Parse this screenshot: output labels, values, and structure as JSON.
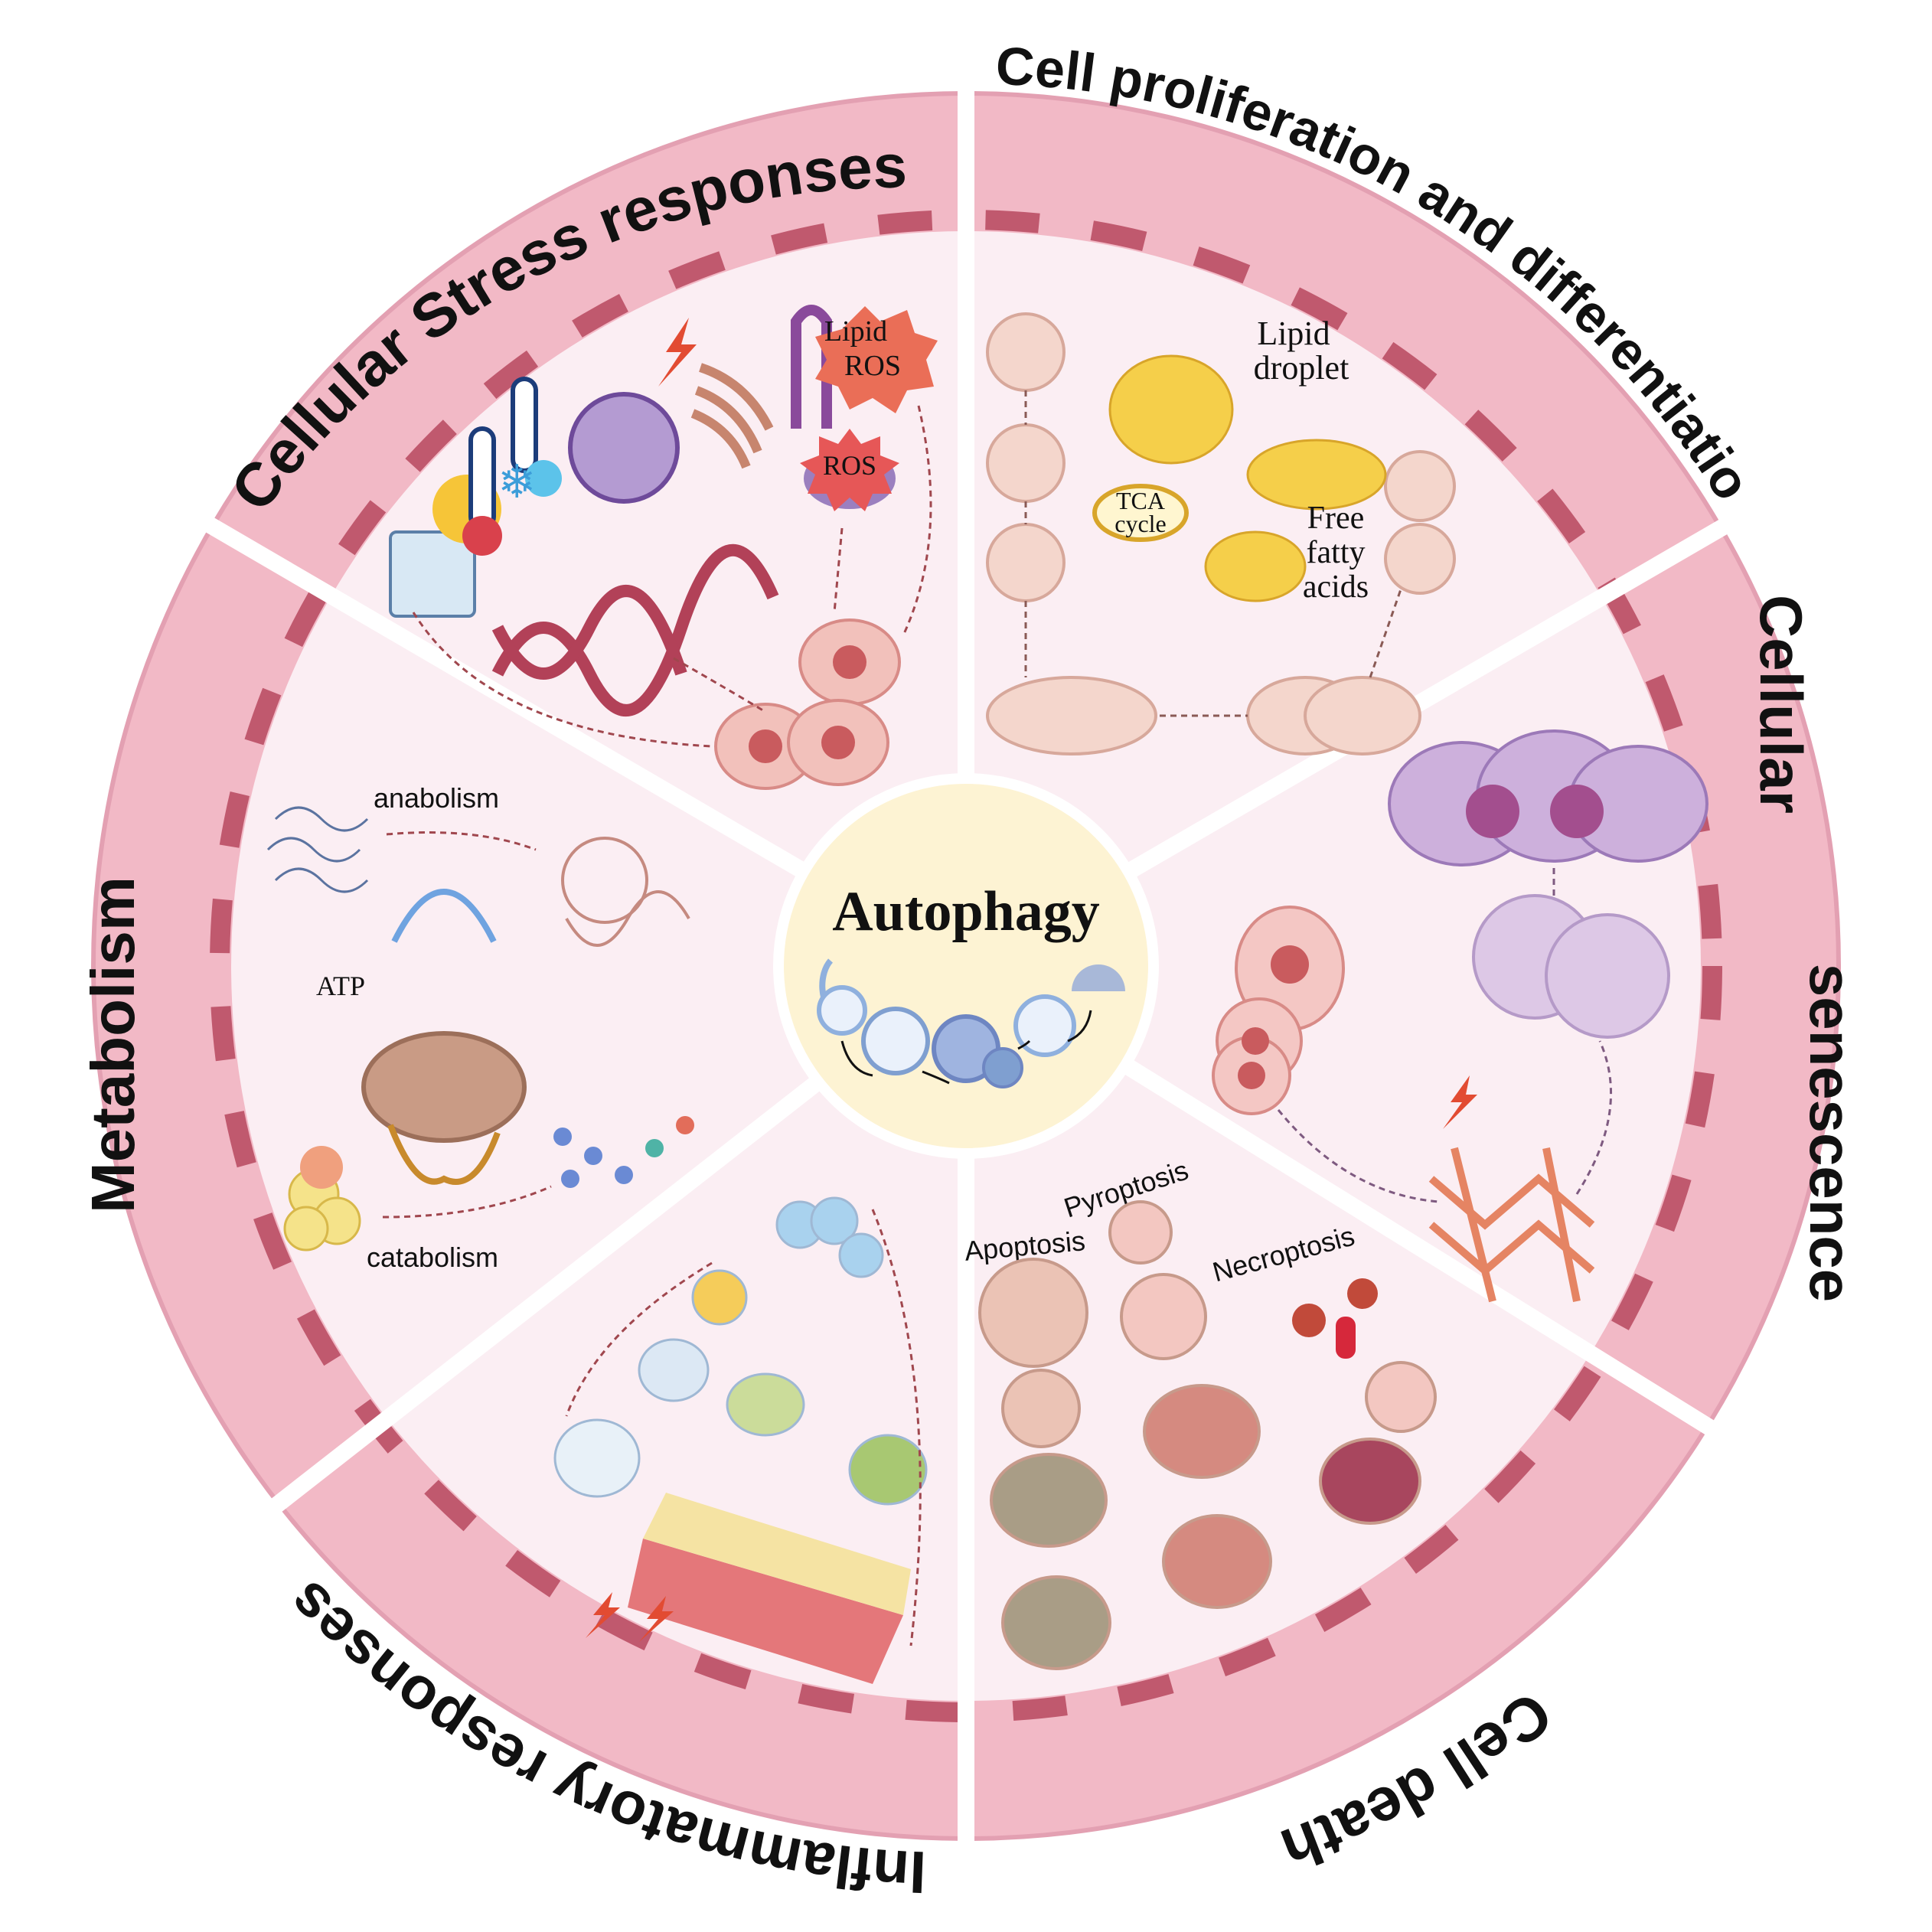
{
  "center": {
    "title": "Autophagy"
  },
  "sectors": [
    {
      "id": "stress",
      "ring_label": "Cellular Stress responses"
    },
    {
      "id": "prolif",
      "ring_label": "Cell proliferation and differentiation"
    },
    {
      "id": "senescence",
      "ring_label_line1": "Cellular",
      "ring_label_line2": "senescence"
    },
    {
      "id": "death",
      "ring_label": "Cell death"
    },
    {
      "id": "inflammatory",
      "ring_label": "Inflammatory responses"
    },
    {
      "id": "metabolism",
      "ring_label": "Metabolism"
    }
  ],
  "stress_panel": {
    "lipid_ros_1": "Lipid",
    "lipid_ros_2": "ROS",
    "ros": "ROS"
  },
  "prolif_panel": {
    "lipid_droplet_1": "Lipid",
    "lipid_droplet_2": "droplet",
    "tca_1": "TCA",
    "tca_2": "cycle",
    "ffa_1": "Free",
    "ffa_2": "fatty",
    "ffa_3": "acids"
  },
  "metabolism_panel": {
    "anabolism": "anabolism",
    "catabolism": "catabolism",
    "atp": "ATP"
  },
  "death_panel": {
    "pyroptosis": "Pyroptosis",
    "apoptosis": "Apoptosis",
    "necroptosis": "Necroptosis"
  },
  "colors": {
    "ring": "#f2b9c6",
    "ring_dash": "#c0596e",
    "panel": "#fbeef3",
    "center": "#fdf3d3",
    "divider": "#ffffff"
  }
}
